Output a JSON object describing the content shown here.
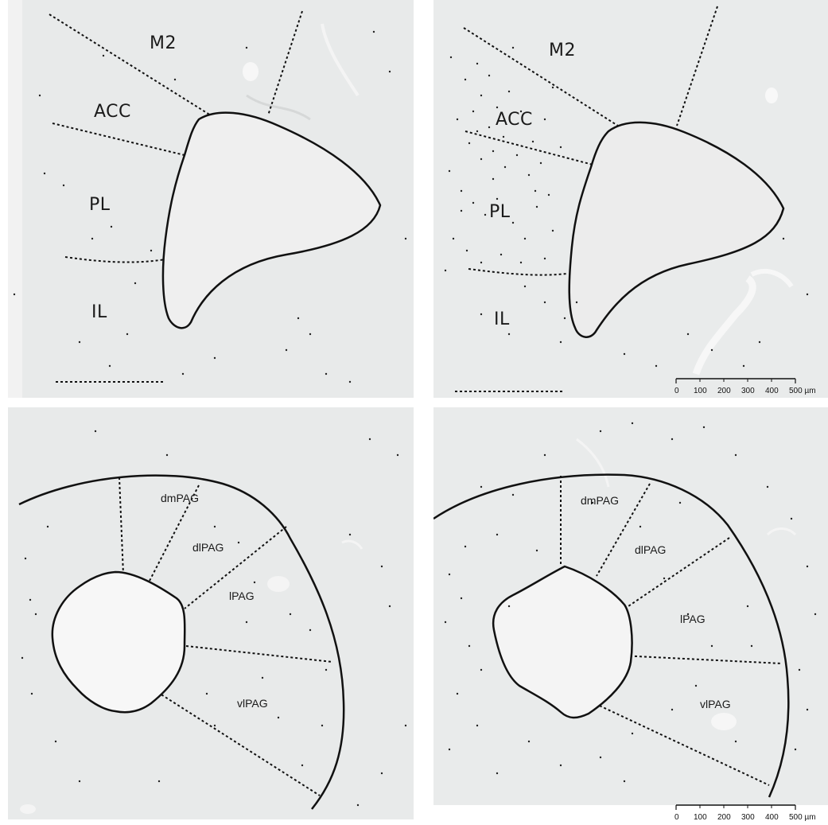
{
  "colors": {
    "tissue": "#e9ebeb",
    "outline": "#111111",
    "background": "#ffffff"
  },
  "panels": {
    "top_left": {
      "labels": {
        "m2": "M2",
        "acc": "ACC",
        "pl": "PL",
        "il": "IL"
      }
    },
    "top_right": {
      "labels": {
        "m2": "M2",
        "acc": "ACC",
        "pl": "PL",
        "il": "IL"
      }
    },
    "bottom_left": {
      "labels": {
        "dmpag": "dmPAG",
        "dlpag": "dlPAG",
        "lpag": "lPAG",
        "vlpag": "vlPAG"
      }
    },
    "bottom_right": {
      "labels": {
        "dmpag": "dmPAG",
        "dlpag": "dlPAG",
        "lpag": "lPAG",
        "vlpag": "vlPAG"
      }
    }
  },
  "scale_bar": {
    "ticks": [
      "0",
      "100",
      "200",
      "300",
      "400",
      "500 µm"
    ]
  }
}
